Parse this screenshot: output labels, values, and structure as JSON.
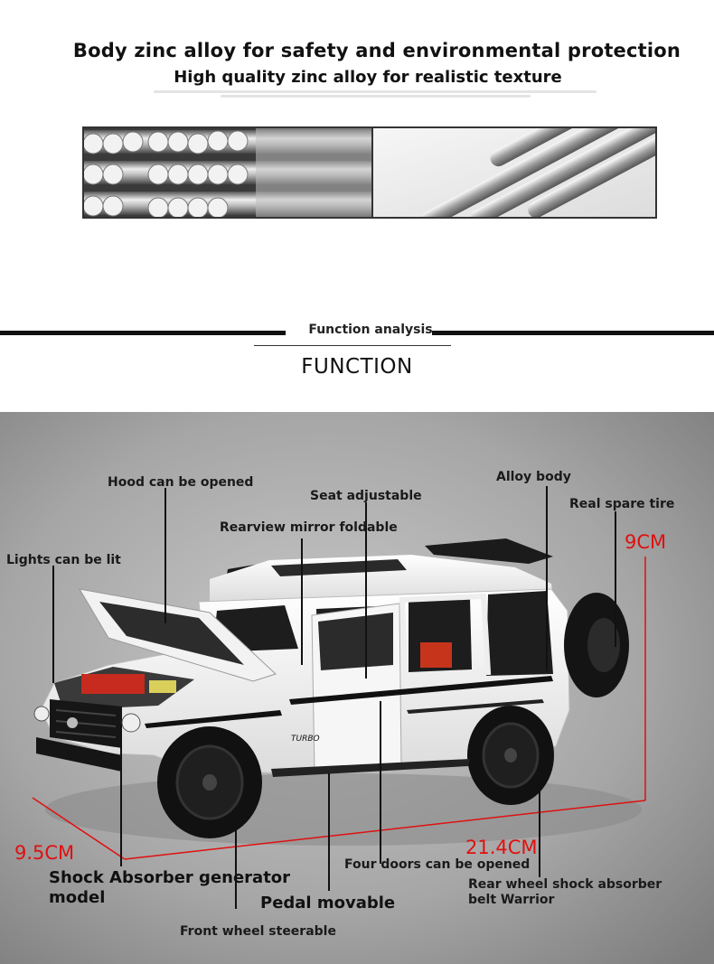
{
  "header": {
    "title": "Body zinc alloy for safety and environmental protection",
    "subtitle": "High quality zinc alloy for realistic texture"
  },
  "function_section": {
    "label": "Function analysis",
    "title": "FUNCTION"
  },
  "features": {
    "hood": "Hood can be opened",
    "seat": "Seat adjustable",
    "alloy_body": "Alloy body",
    "spare_tire": "Real spare tire",
    "mirror": "Rearview mirror foldable",
    "lights": "Lights can be lit",
    "shock_absorber": "Shock Absorber generator\nmodel",
    "pedal": "Pedal movable",
    "doors": "Four doors can be opened",
    "rear_wheel": "Rear wheel shock absorber\nbelt Warrior",
    "front_wheel": "Front wheel steerable"
  },
  "dimensions": {
    "height": "9CM",
    "width": "9.5CM",
    "length": "21.4CM"
  },
  "colors": {
    "dimension_red": "#e01010",
    "text": "#1a1a1a",
    "car_body": "#f4f4f4",
    "interior": "#d63a20"
  }
}
